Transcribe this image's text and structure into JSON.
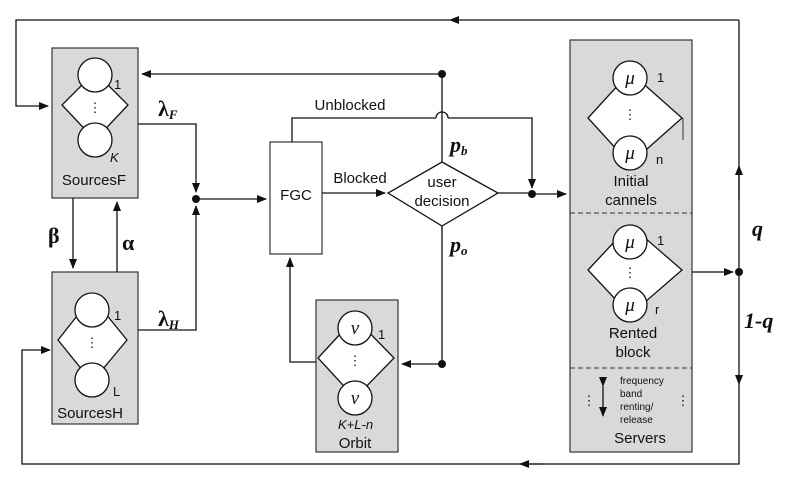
{
  "blocks": {
    "sources_f": {
      "label": "SourcesF",
      "top_index": "1",
      "bottom_index": "K"
    },
    "sources_h": {
      "label": "SourcesH",
      "top_index": "1",
      "bottom_index": "L"
    },
    "fgc": {
      "label": "FGC"
    },
    "decision": {
      "label_line1": "user",
      "label_line2": "decision"
    },
    "orbit": {
      "label": "Orbit",
      "symbol": "v",
      "top_index": "1",
      "bottom_index": "K+L-n"
    },
    "servers": {
      "label": "Servers",
      "symbol": "μ",
      "initial": {
        "line1": "Initial",
        "line2": "cannels",
        "top_index": "1",
        "bottom_index": "n"
      },
      "rented": {
        "line1": "Rented",
        "line2": "block",
        "top_index": "1",
        "bottom_index": "r"
      },
      "renting": {
        "line1": "frequency",
        "line2": "band",
        "line3": "renting/",
        "line4": "release"
      }
    }
  },
  "labels": {
    "unblocked": "Unblocked",
    "blocked": "Blocked",
    "lambda_f": "λ",
    "lambda_f_sub": "F",
    "lambda_h": "λ",
    "lambda_h_sub": "H",
    "beta": "β",
    "alpha": "α",
    "p_b": "p",
    "p_b_sub": "b",
    "p_o": "p",
    "p_o_sub": "o",
    "q": "q",
    "one_minus_q": "1-q",
    "ellipsis_v": "⋮"
  }
}
